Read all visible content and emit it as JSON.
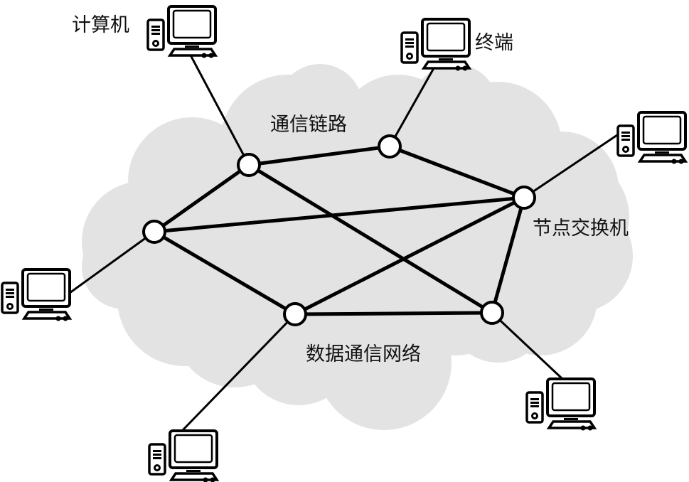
{
  "diagram": {
    "title": "数据通信网络",
    "colors": {
      "cloud": "#e3e3e3",
      "stroke": "#000000",
      "node_fill": "#ffffff",
      "background": "#ffffff"
    },
    "labels": {
      "computer": "计算机",
      "terminal": "终端",
      "link": "通信链路",
      "switch_node": "节点交换机",
      "network": "数据通信网络"
    },
    "nodes": [
      {
        "id": "n1",
        "name": "node-top-left"
      },
      {
        "id": "n2",
        "name": "node-top-mid"
      },
      {
        "id": "n3",
        "name": "node-right"
      },
      {
        "id": "n4",
        "name": "node-left"
      },
      {
        "id": "n5",
        "name": "node-bottom-mid"
      },
      {
        "id": "n6",
        "name": "node-bottom-right"
      }
    ],
    "trunk_links": [
      [
        "n1",
        "n2"
      ],
      [
        "n2",
        "n3"
      ],
      [
        "n1",
        "n4"
      ],
      [
        "n1",
        "n6"
      ],
      [
        "n4",
        "n3"
      ],
      [
        "n4",
        "n5"
      ],
      [
        "n5",
        "n3"
      ],
      [
        "n5",
        "n6"
      ],
      [
        "n3",
        "n6"
      ]
    ],
    "terminals": [
      {
        "id": "t1",
        "name": "computer-top-left",
        "attached_to": "n1",
        "label_key": "computer"
      },
      {
        "id": "t2",
        "name": "terminal-top",
        "attached_to": "n2",
        "label_key": "terminal"
      },
      {
        "id": "t3",
        "name": "computer-right",
        "attached_to": "n3"
      },
      {
        "id": "t4",
        "name": "computer-left",
        "attached_to": "n4"
      },
      {
        "id": "t5",
        "name": "computer-bottom",
        "attached_to": "n5"
      },
      {
        "id": "t6",
        "name": "computer-bottom-right",
        "attached_to": "n6"
      }
    ]
  }
}
